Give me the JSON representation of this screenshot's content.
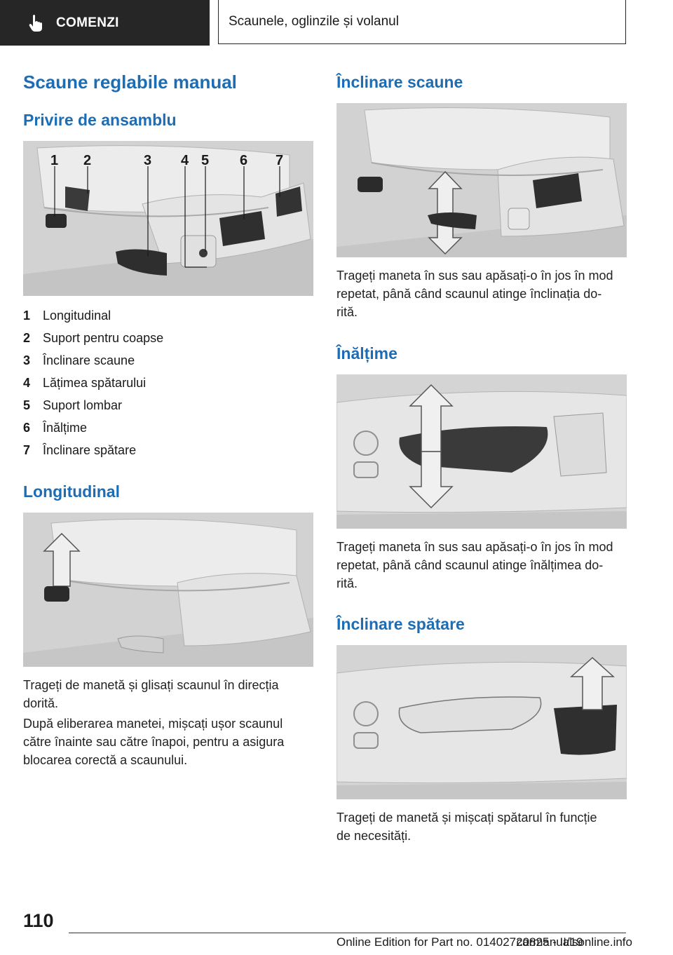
{
  "header": {
    "section": "COMENZI",
    "chapter": "Scaunele, oglinzile și volanul",
    "hand_icon": "pointing-hand-icon"
  },
  "left": {
    "title": "Scaune reglabile manual",
    "overview_heading": "Privire de ansamblu",
    "callouts": [
      "1",
      "2",
      "3",
      "4",
      "5",
      "6",
      "7"
    ],
    "list": [
      {
        "num": "1",
        "label": "Longitudinal"
      },
      {
        "num": "2",
        "label": "Suport pentru coapse"
      },
      {
        "num": "3",
        "label": "Înclinare scaune"
      },
      {
        "num": "4",
        "label": "Lățimea spătarului"
      },
      {
        "num": "5",
        "label": "Suport lombar"
      },
      {
        "num": "6",
        "label": "Înălțime"
      },
      {
        "num": "7",
        "label": "Înclinare spătare"
      }
    ],
    "longitudinal_heading": "Longitudinal",
    "longitudinal_p1_lines": [
      "Trageți de manetă și glisați scaunul în direcția",
      "dorită."
    ],
    "longitudinal_p2_lines": [
      "După eliberarea manetei, mișcați ușor scaunul",
      "către înainte sau către înapoi, pentru a asigura",
      "blocarea corectă a scaunului."
    ]
  },
  "right": {
    "tilt_heading": "Înclinare scaune",
    "tilt_lines": [
      "Trageți maneta în sus sau apăsați-o în jos în mod",
      "repetat, până când scaunul atinge înclinația do-",
      "rită."
    ],
    "height_heading": "Înălțime",
    "height_lines": [
      "Trageți maneta în sus sau apăsați-o în jos în mod",
      "repetat, până când scaunul atinge înălțimea do-",
      "rită."
    ],
    "backrest_heading": "Înclinare spătare",
    "backrest_lines": [
      "Trageți de manetă și mișcați spătarul în funcție",
      "de necesități."
    ]
  },
  "footer": {
    "page": "110",
    "edition": "Online Edition for Part no. 01402720825 - II/19",
    "watermark": "carmanualsonline.info"
  }
}
